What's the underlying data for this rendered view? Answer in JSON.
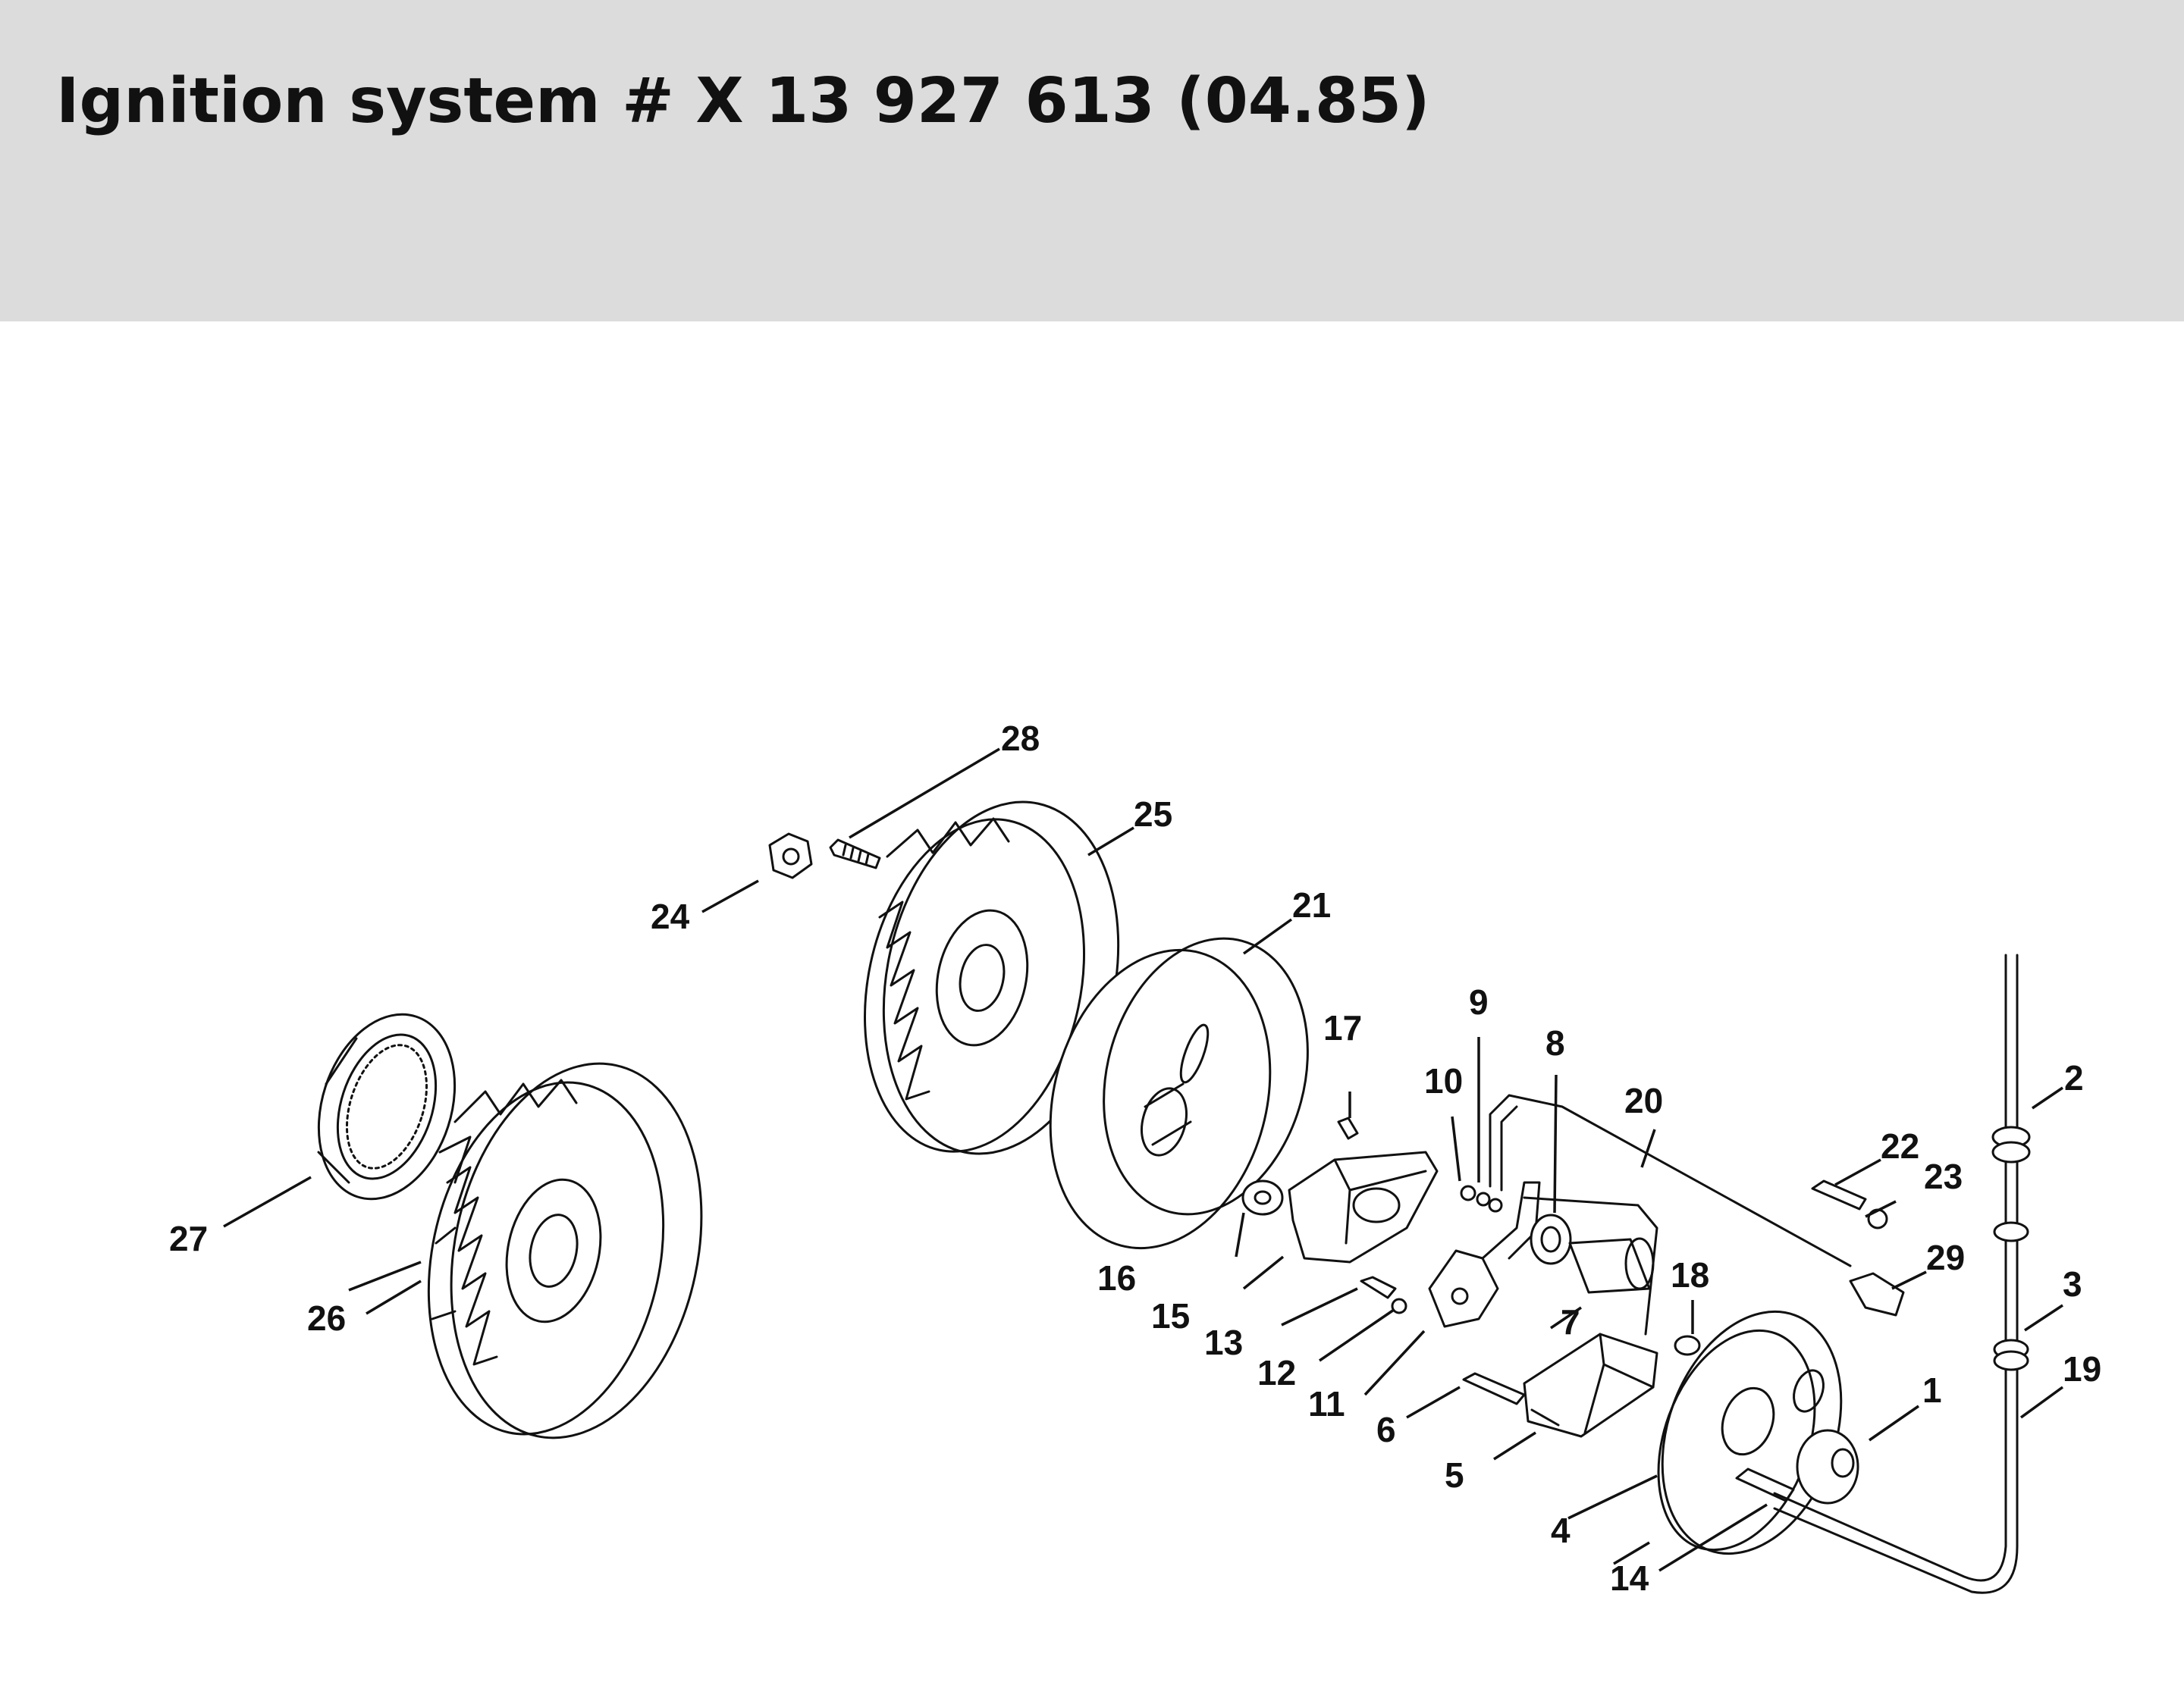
{
  "title": "Ignition system # X 13 927 613 (04.85)",
  "colors": {
    "header_bg": "#dcdcdc",
    "ink": "#111111",
    "page_bg": "#ffffff"
  },
  "parts": {
    "p1": "1",
    "p2": "2",
    "p3": "3",
    "p4": "4",
    "p5": "5",
    "p6": "6",
    "p7": "7",
    "p8": "8",
    "p9": "9",
    "p10": "10",
    "p11": "11",
    "p12": "12",
    "p13": "13",
    "p14": "14",
    "p15": "15",
    "p16": "16",
    "p17": "17",
    "p18": "18",
    "p19": "19",
    "p20": "20",
    "p21": "21",
    "p22": "22",
    "p23": "23",
    "p24": "24",
    "p25": "25",
    "p26": "26",
    "p27": "27",
    "p28": "28",
    "p29": "29"
  }
}
